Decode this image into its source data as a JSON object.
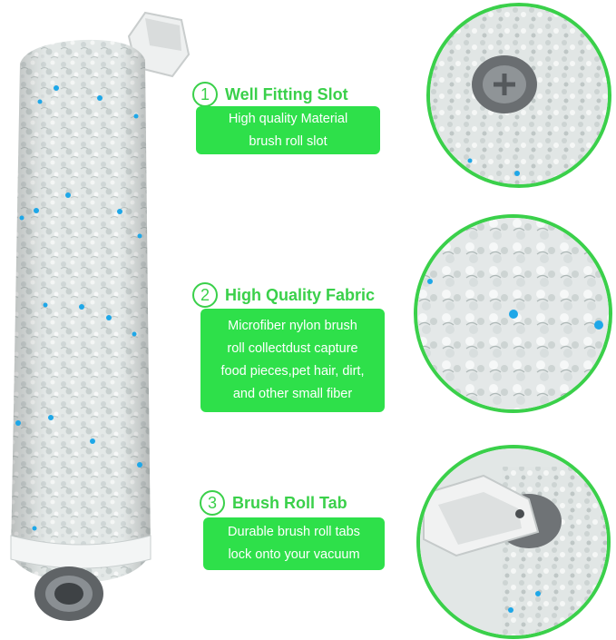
{
  "features": [
    {
      "number": "1",
      "title": "Well Fitting Slot",
      "lines": [
        "High quality Material",
        "brush roll slot"
      ]
    },
    {
      "number": "2",
      "title": "High Quality Fabric",
      "lines": [
        "Microfiber nylon brush",
        "roll collectdust capture",
        "food pieces,pet hair, dirt,",
        "and other small fiber"
      ]
    },
    {
      "number": "3",
      "title": "Brush Roll Tab",
      "lines": [
        "Durable brush roll tabs",
        "lock onto your vacuum"
      ]
    }
  ],
  "colors": {
    "accent_green": "#3ad04a",
    "box_green": "#2ee04a",
    "fiber_blue": "#1ea7e8",
    "fiber_gray": "#dfe4e4"
  },
  "icons": [
    "brush-roll-image",
    "slot-closeup-image",
    "fabric-closeup-image",
    "tab-closeup-image"
  ]
}
